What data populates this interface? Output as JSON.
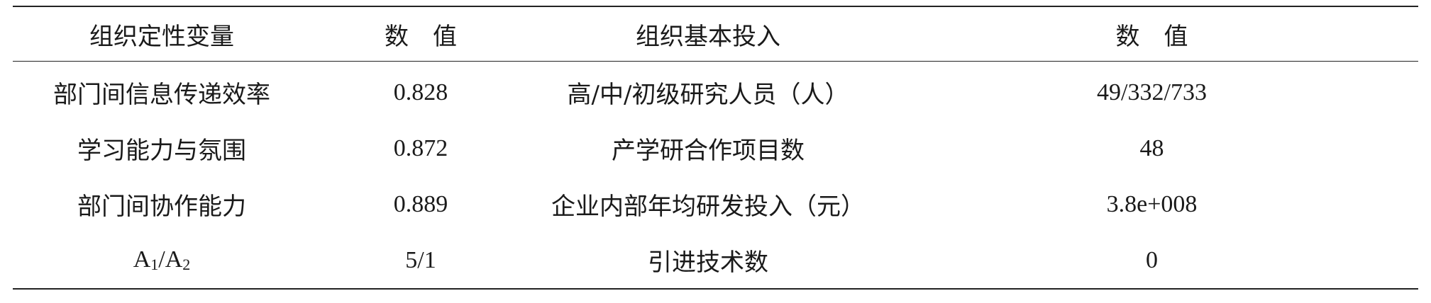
{
  "table": {
    "headers": [
      "组织定性变量",
      "数　值",
      "组织基本投入",
      "数　值"
    ],
    "rows": [
      [
        "部门间信息传递效率",
        "0.828",
        "高/中/初级研究人员（人）",
        "49/332/733"
      ],
      [
        "学习能力与氛围",
        "0.872",
        "产学研合作项目数",
        "48"
      ],
      [
        "部门间协作能力",
        "0.889",
        "企业内部年均研发投入（元）",
        "3.8e+008"
      ],
      [
        "A1/A2",
        "5/1",
        "引进技术数",
        "0"
      ]
    ]
  }
}
